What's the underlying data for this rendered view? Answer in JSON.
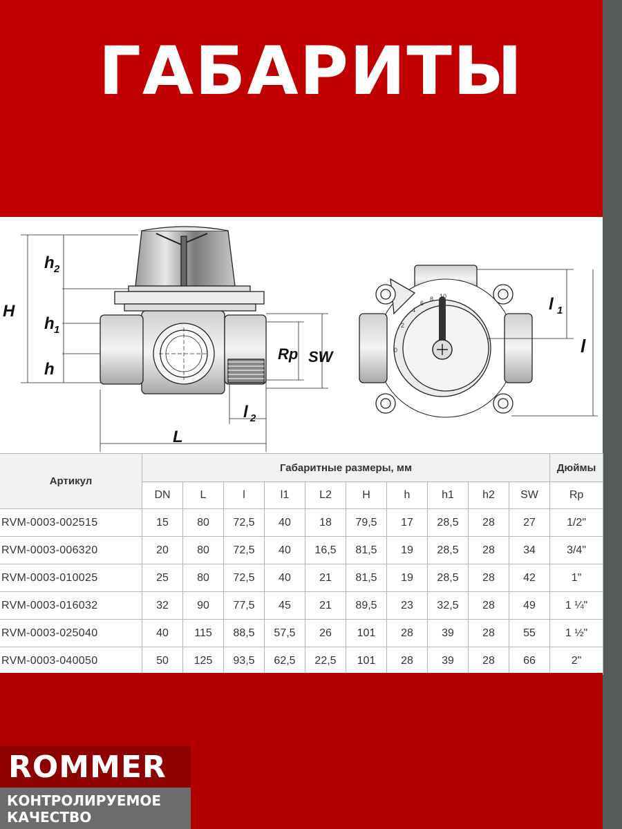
{
  "header": {
    "title": "ГАБАРИТЫ"
  },
  "drawing": {
    "labels": {
      "H": "H",
      "h2": "h",
      "h2_sub": "2",
      "h1": "h",
      "h1_sub": "1",
      "h": "h",
      "Rp": "Rp",
      "SW": "SW",
      "l2": "l",
      "l2_sub": "2",
      "L": "L",
      "l1": "l",
      "l1_sub": "1",
      "l": "l"
    },
    "scale_numbers": [
      "0",
      "2",
      "4",
      "6",
      "8",
      "10"
    ]
  },
  "table": {
    "article_header": "Артикул",
    "group_header": "Габаритные размеры, мм",
    "inches_header": "Дюймы",
    "columns": [
      "DN",
      "L",
      "l",
      "l1",
      "L2",
      "H",
      "h",
      "h1",
      "h2",
      "SW",
      "Rp"
    ],
    "rows": [
      {
        "article": "RVM-0003-002515",
        "values": [
          "15",
          "80",
          "72,5",
          "40",
          "18",
          "79,5",
          "17",
          "28,5",
          "28",
          "27",
          "1/2\""
        ]
      },
      {
        "article": "RVM-0003-006320",
        "values": [
          "20",
          "80",
          "72,5",
          "40",
          "16,5",
          "81,5",
          "19",
          "28,5",
          "28",
          "34",
          "3/4\""
        ]
      },
      {
        "article": "RVM-0003-010025",
        "values": [
          "25",
          "80",
          "72,5",
          "40",
          "21",
          "81,5",
          "19",
          "28,5",
          "28",
          "42",
          "1\""
        ]
      },
      {
        "article": "RVM-0003-016032",
        "values": [
          "32",
          "90",
          "77,5",
          "45",
          "21",
          "89,5",
          "23",
          "32,5",
          "28",
          "49",
          "1 ¼\""
        ]
      },
      {
        "article": "RVM-0003-025040",
        "values": [
          "40",
          "115",
          "88,5",
          "57,5",
          "26",
          "101",
          "28",
          "39",
          "28",
          "55",
          "1 ½\""
        ]
      },
      {
        "article": "RVM-0003-040050",
        "values": [
          "50",
          "125",
          "93,5",
          "62,5",
          "22,5",
          "101",
          "28",
          "39",
          "28",
          "66",
          "2\""
        ]
      }
    ]
  },
  "brand": {
    "logo": "ROMMER",
    "slogan_line1": "КОНТРОЛИРУЕМОЕ",
    "slogan_line2": "КАЧЕСТВО"
  },
  "colors": {
    "brand_red": "#c00000",
    "footer_red": "#b00000",
    "strip_gray": "#555a5a",
    "slogan_gray": "#6c6c6c"
  }
}
